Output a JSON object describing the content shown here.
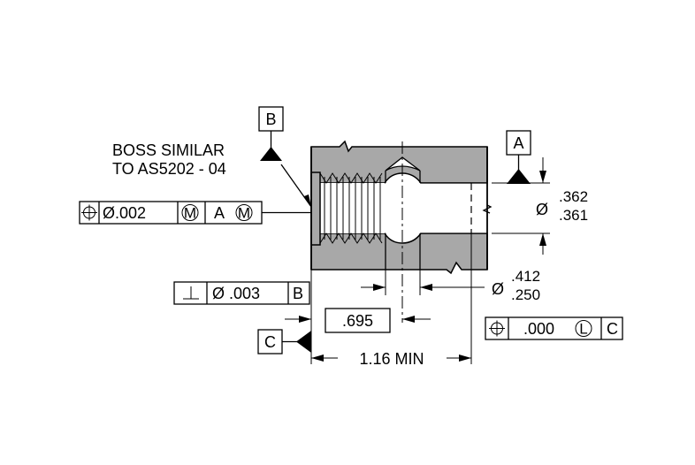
{
  "boss_note": {
    "line1": "BOSS SIMILAR",
    "line2": "TO AS5202 - 04"
  },
  "datum_b": {
    "letter": "B"
  },
  "datum_a": {
    "letter": "A"
  },
  "datum_c": {
    "letter": "C"
  },
  "fcf_thread_position": {
    "tolerance": "Ø.002",
    "modifier": "M",
    "datum": "A",
    "datum_modifier": "M"
  },
  "fcf_perpendicularity": {
    "tolerance": "Ø .003",
    "datum": "B"
  },
  "fcf_bore_position": {
    "tolerance": ".000",
    "modifier": "L",
    "datum": "C"
  },
  "dim_bore_diameter": {
    "symbol": "Ø",
    "upper": ".362",
    "lower": ".361"
  },
  "dim_hole_diameter": {
    "symbol": "Ø",
    "upper": ".412",
    "lower": ".250"
  },
  "dim_basic_location": {
    "value": ".695"
  },
  "dim_min_depth": {
    "value": "1.16  MIN"
  }
}
